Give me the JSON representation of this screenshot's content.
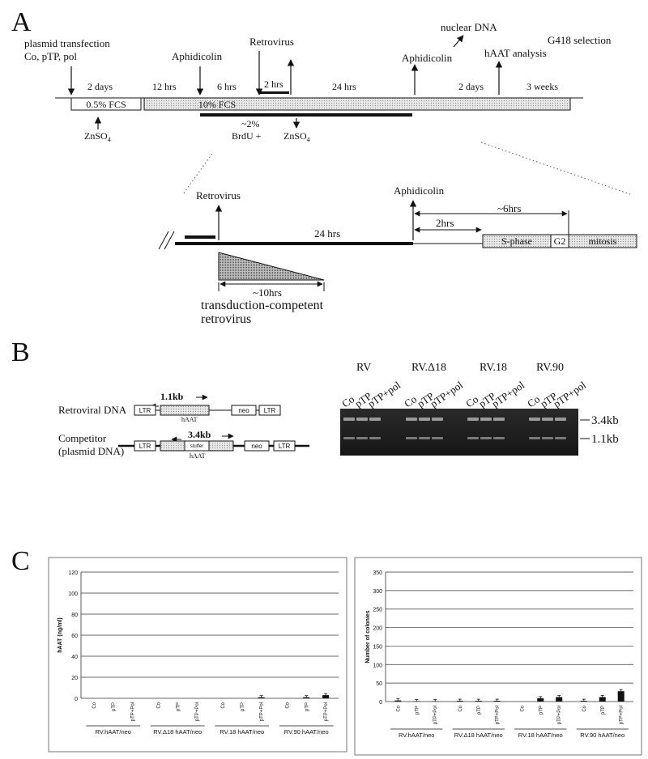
{
  "panel_labels": {
    "a": "A",
    "b": "B",
    "c": "C"
  },
  "panel_a": {
    "top": {
      "transfection": {
        "line1": "plasmid transfection",
        "line2": "Co, pTP, pol"
      },
      "aphidicolin_1": "Aphidicolin",
      "retrovirus": "Retrovirus",
      "nuclear_dna": "nuclear DNA",
      "aphidicolin_2": "Aphidicolin",
      "hAAT_analysis": "hAAT analysis",
      "g418": "G418 selection",
      "dur_2days_1": "2 days",
      "dur_12hrs": "12 hrs",
      "dur_6hrs": "6 hrs",
      "dur_2hrs": "2 hrs",
      "dur_24hrs": "24 hrs",
      "dur_2days_2": "2 days",
      "dur_3weeks": "3 weeks",
      "box_low_fcs": "0.5% FCS",
      "box_high_fcs": "10% FCS",
      "znso4_1": "ZnSO",
      "znso4_1_sub": "4",
      "brdu_pct": "~2%",
      "brdu": "BrdU +",
      "znso4_2": "ZnSO",
      "znso4_2_sub": "4"
    },
    "inset": {
      "retrovirus": "Retrovirus",
      "aphidicolin": "Aphidicolin",
      "dur_6hrs": "~6hrs",
      "dur_2hrs": "2hrs",
      "dur_24hrs": "24 hrs",
      "s_phase": "S-phase",
      "g2": "G2",
      "mitosis": "mitosis",
      "dur_10hrs": "~10hrs",
      "competent_line1": "transduction-competent",
      "competent_line2": "retrovirus"
    }
  },
  "panel_b": {
    "retroviral_label": "Retroviral DNA",
    "competitor_line1": "Competitor",
    "competitor_line2": "(plasmid DNA)",
    "ltr": "LTR",
    "neo": "neo",
    "haat": "hAAT",
    "stuffer": "stuffer",
    "size_small": "1.1kb",
    "size_large": "3.4kb",
    "gel_groups": [
      "RV",
      "RV.Δ18",
      "RV.18",
      "RV.90"
    ],
    "lane_labels": [
      "Co",
      "pTP",
      "pTP+pol"
    ],
    "marker_top": "3.4kb",
    "marker_bottom": "1.1kb"
  },
  "chart_data": [
    {
      "type": "bar",
      "ylabel": "hAAT (ng/ml)",
      "ylim": [
        0,
        120
      ],
      "yticks": [
        0,
        20,
        40,
        60,
        80,
        100,
        120
      ],
      "grid": true,
      "groups": [
        "RV.hAAT/neo",
        "RV.Δ18 hAAT/neo",
        "RV.18 hAAT/neo",
        "RV.90 hAAT/neo"
      ],
      "categories": [
        "Co",
        "pTP",
        "pTP+Pol"
      ],
      "values": [
        [
          0,
          0,
          0
        ],
        [
          0,
          0,
          0
        ],
        [
          0,
          0,
          1
        ],
        [
          0,
          1,
          3
        ]
      ]
    },
    {
      "type": "bar",
      "ylabel": "Number of colonies",
      "ylim": [
        0,
        350
      ],
      "yticks": [
        0,
        50,
        100,
        150,
        200,
        250,
        300,
        350
      ],
      "grid": true,
      "groups": [
        "RV.hAAT/neo",
        "RV.Δ18 hAAT/neo",
        "RV.18 hAAT/neo",
        "RV.90 hAAT/neo"
      ],
      "categories": [
        "Co",
        "pTP",
        "pTP+Pol"
      ],
      "values": [
        [
          3,
          1,
          1
        ],
        [
          2,
          2,
          2
        ],
        [
          0,
          9,
          12
        ],
        [
          2,
          12,
          28
        ]
      ]
    }
  ]
}
